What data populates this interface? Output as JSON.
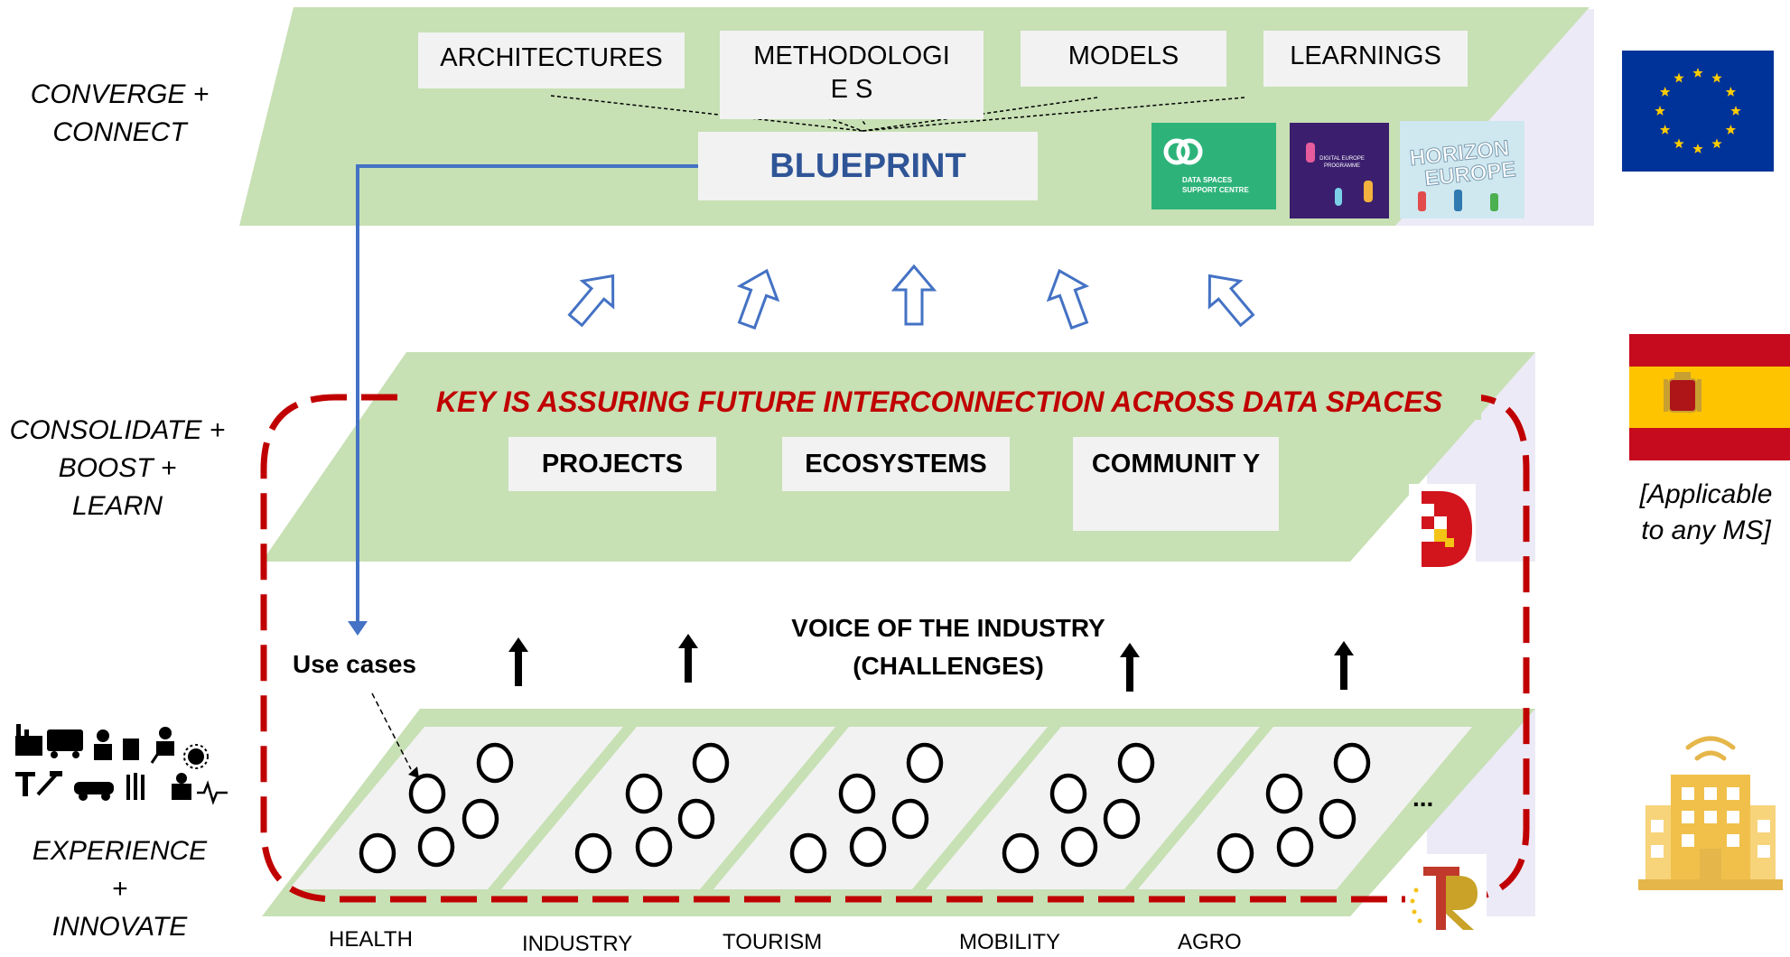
{
  "levels": {
    "top": {
      "label_line1": "CONVERGE +",
      "label_line2": "CONNECT"
    },
    "middle": {
      "label_line1": "CONSOLIDATE +",
      "label_line2": "BOOST +",
      "label_line3": "LEARN"
    },
    "bottom": {
      "label_line1": "EXPERIENCE",
      "label_line2": "+",
      "label_line3": "INNOVATE"
    }
  },
  "top_boxes": {
    "architectures": "ARCHITECTURES",
    "methodologies": "METHODOLOGIE S",
    "models": "MODELS",
    "learnings": "LEARNINGS",
    "blueprint": "BLUEPRINT"
  },
  "logos": {
    "dssc_line1": "DATA SPACES",
    "dssc_line2": "SUPPORT CENTRE",
    "digital_europe": "DIGITAL EUROPE PROGRAMME",
    "horizon_line1": "HORIZON",
    "horizon_line2": "EUROPE"
  },
  "middle_boxes": {
    "key_message": "KEY IS ASSURING FUTURE INTERCONNECTION ACROSS DATA SPACES",
    "projects": "PROJECTS",
    "ecosystems": "ECOSYSTEMS",
    "community": "COMMUNIT Y"
  },
  "voice_line1": "VOICE OF THE INDUSTRY",
  "voice_line2": "(CHALLENGES)",
  "use_cases": "Use cases",
  "ellipsis": "...",
  "sectors": [
    "HEALTH",
    "INDUSTRY",
    "TOURISM",
    "MOBILITY",
    "AGRO"
  ],
  "flags": {
    "eu": "EU flag",
    "spain": "Spain flag",
    "applicable_line1": "[Applicable",
    "applicable_line2": "to any MS]"
  },
  "colors": {
    "plane": "#c7e0b4",
    "blueprint": "#2f5597",
    "connector": "#4472c4",
    "dashed_border": "#c00000",
    "key_message": "#c00000",
    "eu_blue": "#003399",
    "spain_red": "#c60b1e",
    "spain_yellow": "#ffc400"
  }
}
